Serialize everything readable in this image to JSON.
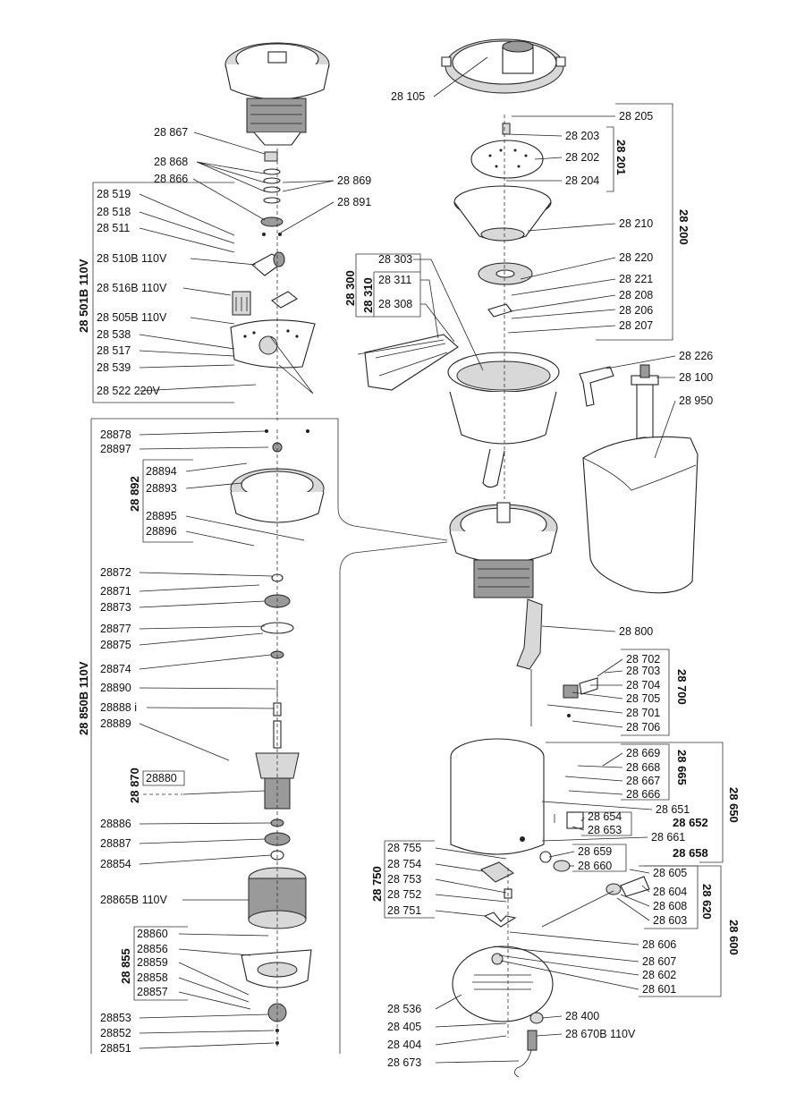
{
  "labels": {
    "l28105": "28 105",
    "l28205": "28 205",
    "l28203": "28 203",
    "l28202": "28 202",
    "l28204": "28 204",
    "l28210": "28 210",
    "l28220": "28 220",
    "l28221": "28 221",
    "l28208": "28 208",
    "l28206": "28 206",
    "l28207": "28 207",
    "l28303": "28 303",
    "l28311": "28 311",
    "l28308": "28 308",
    "l28226": "28 226",
    "l28100": "28 100",
    "l28950": "28 950",
    "l28867": "28 867",
    "l28868": "28 868",
    "l28866": "28 866",
    "l28869": "28 869",
    "l28891": "28 891",
    "l28519": "28 519",
    "l28518": "28 518",
    "l28511": "28 511",
    "l28510B": "28 510B 110V",
    "l28516B": "28 516B 110V",
    "l28505B": "28 505B 110V",
    "l28538": "28 538",
    "l28517": "28 517",
    "l28539": "28 539",
    "l28522": "28 522  220V",
    "l28878": "28878",
    "l28897": "28897",
    "l28894": "28894",
    "l28893": "28893",
    "l28895": "28895",
    "l28896": "28896",
    "l28872": "28872",
    "l28871": "28871",
    "l28873": "28873",
    "l28877": "28877",
    "l28875": "28875",
    "l28874": "28874",
    "l28890": "28890",
    "l28888": "28888 i",
    "l28889": "28889",
    "l28880": "28880",
    "l28886": "28886",
    "l28887": "28887",
    "l28854": "28854",
    "l28865B": "28865B 110V",
    "l28860": "28860",
    "l28856": "28856",
    "l28859": "28859",
    "l28858": "28858",
    "l28857": "28857",
    "l28853": "28853",
    "l28852": "28852",
    "l28851": "28851",
    "l28800": "28 800",
    "l28702": "28 702",
    "l28703": "28 703",
    "l28704": "28 704",
    "l28705": "28 705",
    "l28701": "28 701",
    "l28706": "28 706",
    "l28669": "28 669",
    "l28668": "28 668",
    "l28667": "28 667",
    "l28666": "28 666",
    "l28651": "28 651",
    "l28654": "28 654",
    "l28653": "28 653",
    "l28661": "28 661",
    "l28659": "28 659",
    "l28660": "28 660",
    "l28755": "28 755",
    "l28754": "28 754",
    "l28753": "28 753",
    "l28752": "28 752",
    "l28751": "28 751",
    "l28605": "28 605",
    "l28604": "28 604",
    "l28608": "28 608",
    "l28603": "28 603",
    "l28606": "28 606",
    "l28607": "28 607",
    "l28602": "28 602",
    "l28601": "28 601",
    "l28536": "28 536",
    "l28400": "28 400",
    "l28405": "28 405",
    "l28404": "28 404",
    "l28670B": "28 670B 110V",
    "l28673": "28 673"
  },
  "groups": {
    "g28201": "28 201",
    "g28200": "28 200",
    "g28300": "28 300",
    "g28310": "28 310",
    "g28501B": "28 501B 110V",
    "g28892": "28 892",
    "g28850B": "28 850B 110V",
    "g28870": "28 870",
    "g28855": "28 855",
    "g28700": "28 700",
    "g28665": "28 665",
    "g28650": "28 650",
    "g28652": "28 652",
    "g28658": "28 658",
    "g28750": "28 750",
    "g28620": "28 620",
    "g28600": "28 600"
  }
}
